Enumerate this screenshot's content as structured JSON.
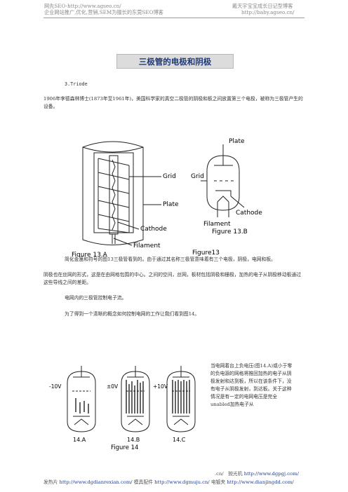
{
  "header": {
    "left_line1": "网先SEO-http://www.agseo.cn/",
    "left_line2": "企业网站推广,优化,营销,SEM为擅长的东莞SEO博客",
    "right_line1": "戴天宇宝宝成长日记型博客",
    "right_line2": "http://baby.agseo.cn/"
  },
  "title": "三极管的电极和阴极",
  "section": "3.Triode",
  "paragraphs": {
    "intro": "1906年李德森林博士(1873年至1961年)，美国科学家的真空二极管的阴极和板之间放置第三个电极，被称为三极管产生的设备。",
    "p1": "简化金蛊和符号的图13三极管看到的。由于通过其名称三极管意味着有三个电极，阴极，电网和板。",
    "p2": "阴极也在丝网的形式，这是在由网格包围的中心。之间的空间，丝网，板材包括阴极和栅极，加热的电子从阴极移动板通过这些导线之间的差距。",
    "p3": "电网内的三极管控制电子流。",
    "p4": "为了得到一个清晰的概念如何控制电网的工作让我们看到图14。",
    "side": "当电网着台上负电压(图14.A)或小于零的负电源的网格将推回加热的电子从阴极发射和达到板，所以在该条件下，没有电子从阴极发射，到达板。关于这种情况是有一定的电网电压是完全unabled加热电子从"
  },
  "figure13": {
    "grid": "Grid",
    "plate": "Plate",
    "cathode": "Cathode",
    "filament": "Filament",
    "caption_a": "Figure 13.A",
    "caption_main": "Figure13",
    "sym_plate": "Plate",
    "sym_grid": "Grid",
    "sym_filament": "Filament",
    "sym_cathode": "Cathode",
    "caption_b": "Figure 13.B"
  },
  "figure14": {
    "v_a": "-10V",
    "v_b": "±0V",
    "v_c": "+10V",
    "label_a": "14.A",
    "label_b": "14.B",
    "label_c": "14.C",
    "caption": "Figure 14"
  },
  "footer": {
    "line1_prefix": ".cn/",
    "line1_text": "抛光机",
    "line1_url": "http://www.dgpgj.com/",
    "line2_a_text": "发热片",
    "line2_a_url": "http://www.dgdianrexian.com/",
    "line2_b_text": "模具配件",
    "line2_b_url": "http://www.dgmuju.cn/",
    "line2_c_text": "电镀夹",
    "line2_c_url": "http://www.dianjingdd.com/"
  }
}
